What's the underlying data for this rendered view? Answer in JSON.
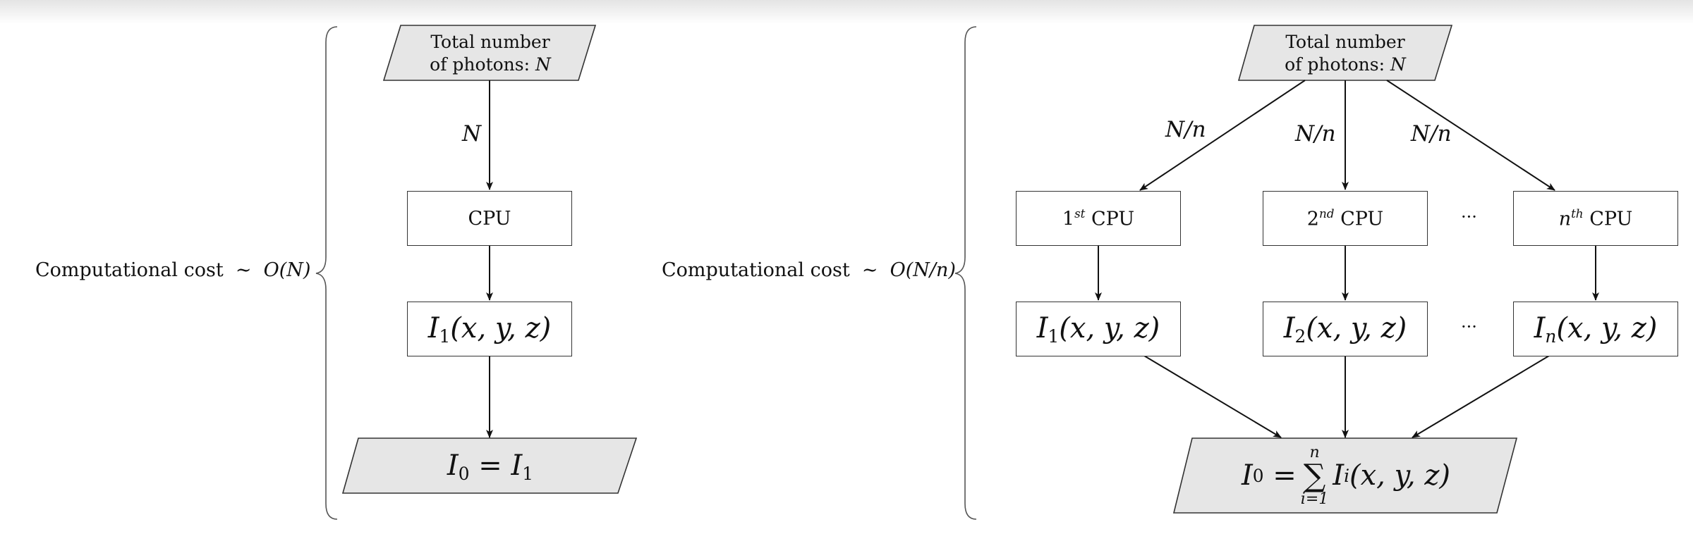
{
  "left": {
    "cost_text": "Computational cost",
    "cost_order": "O(N)",
    "input_line1": "Total number",
    "input_line2": "of photons:",
    "input_var": "N",
    "edge_label": "N",
    "cpu": "CPU",
    "result_var": "I",
    "result_sub": "1",
    "result_args": "(x, y, z)",
    "output_lhs": "I",
    "output_lhs_sub": "0",
    "output_eq": "=",
    "output_rhs": "I",
    "output_rhs_sub": "1"
  },
  "right": {
    "cost_text": "Computational cost",
    "cost_order": "O(N/n)",
    "input_line1": "Total number",
    "input_line2": "of photons:",
    "input_var": "N",
    "edge_labels": [
      "N/n",
      "N/n",
      "N/n"
    ],
    "cpus": [
      {
        "num": "1",
        "sup": "st",
        "label": "CPU"
      },
      {
        "num": "2",
        "sup": "nd",
        "label": "CPU"
      },
      {
        "num": "n",
        "sup": "th",
        "label": "CPU"
      }
    ],
    "results": [
      {
        "var": "I",
        "sub": "1",
        "args": "(x, y, z)"
      },
      {
        "var": "I",
        "sub": "2",
        "args": "(x, y, z)"
      },
      {
        "var": "I",
        "sub": "n",
        "args": "(x, y, z)"
      }
    ],
    "ellipsis": "···",
    "output_lhs": "I",
    "output_lhs_sub": "0",
    "output_eq": "=",
    "sum_top": "n",
    "sum_bottom": "i=1",
    "sum_symbol": "∑",
    "output_term": "I",
    "output_term_sub": "i",
    "output_term_args": "(x, y, z)"
  },
  "colors": {
    "input_fill": "#e6e6e6",
    "stroke": "#333333"
  }
}
